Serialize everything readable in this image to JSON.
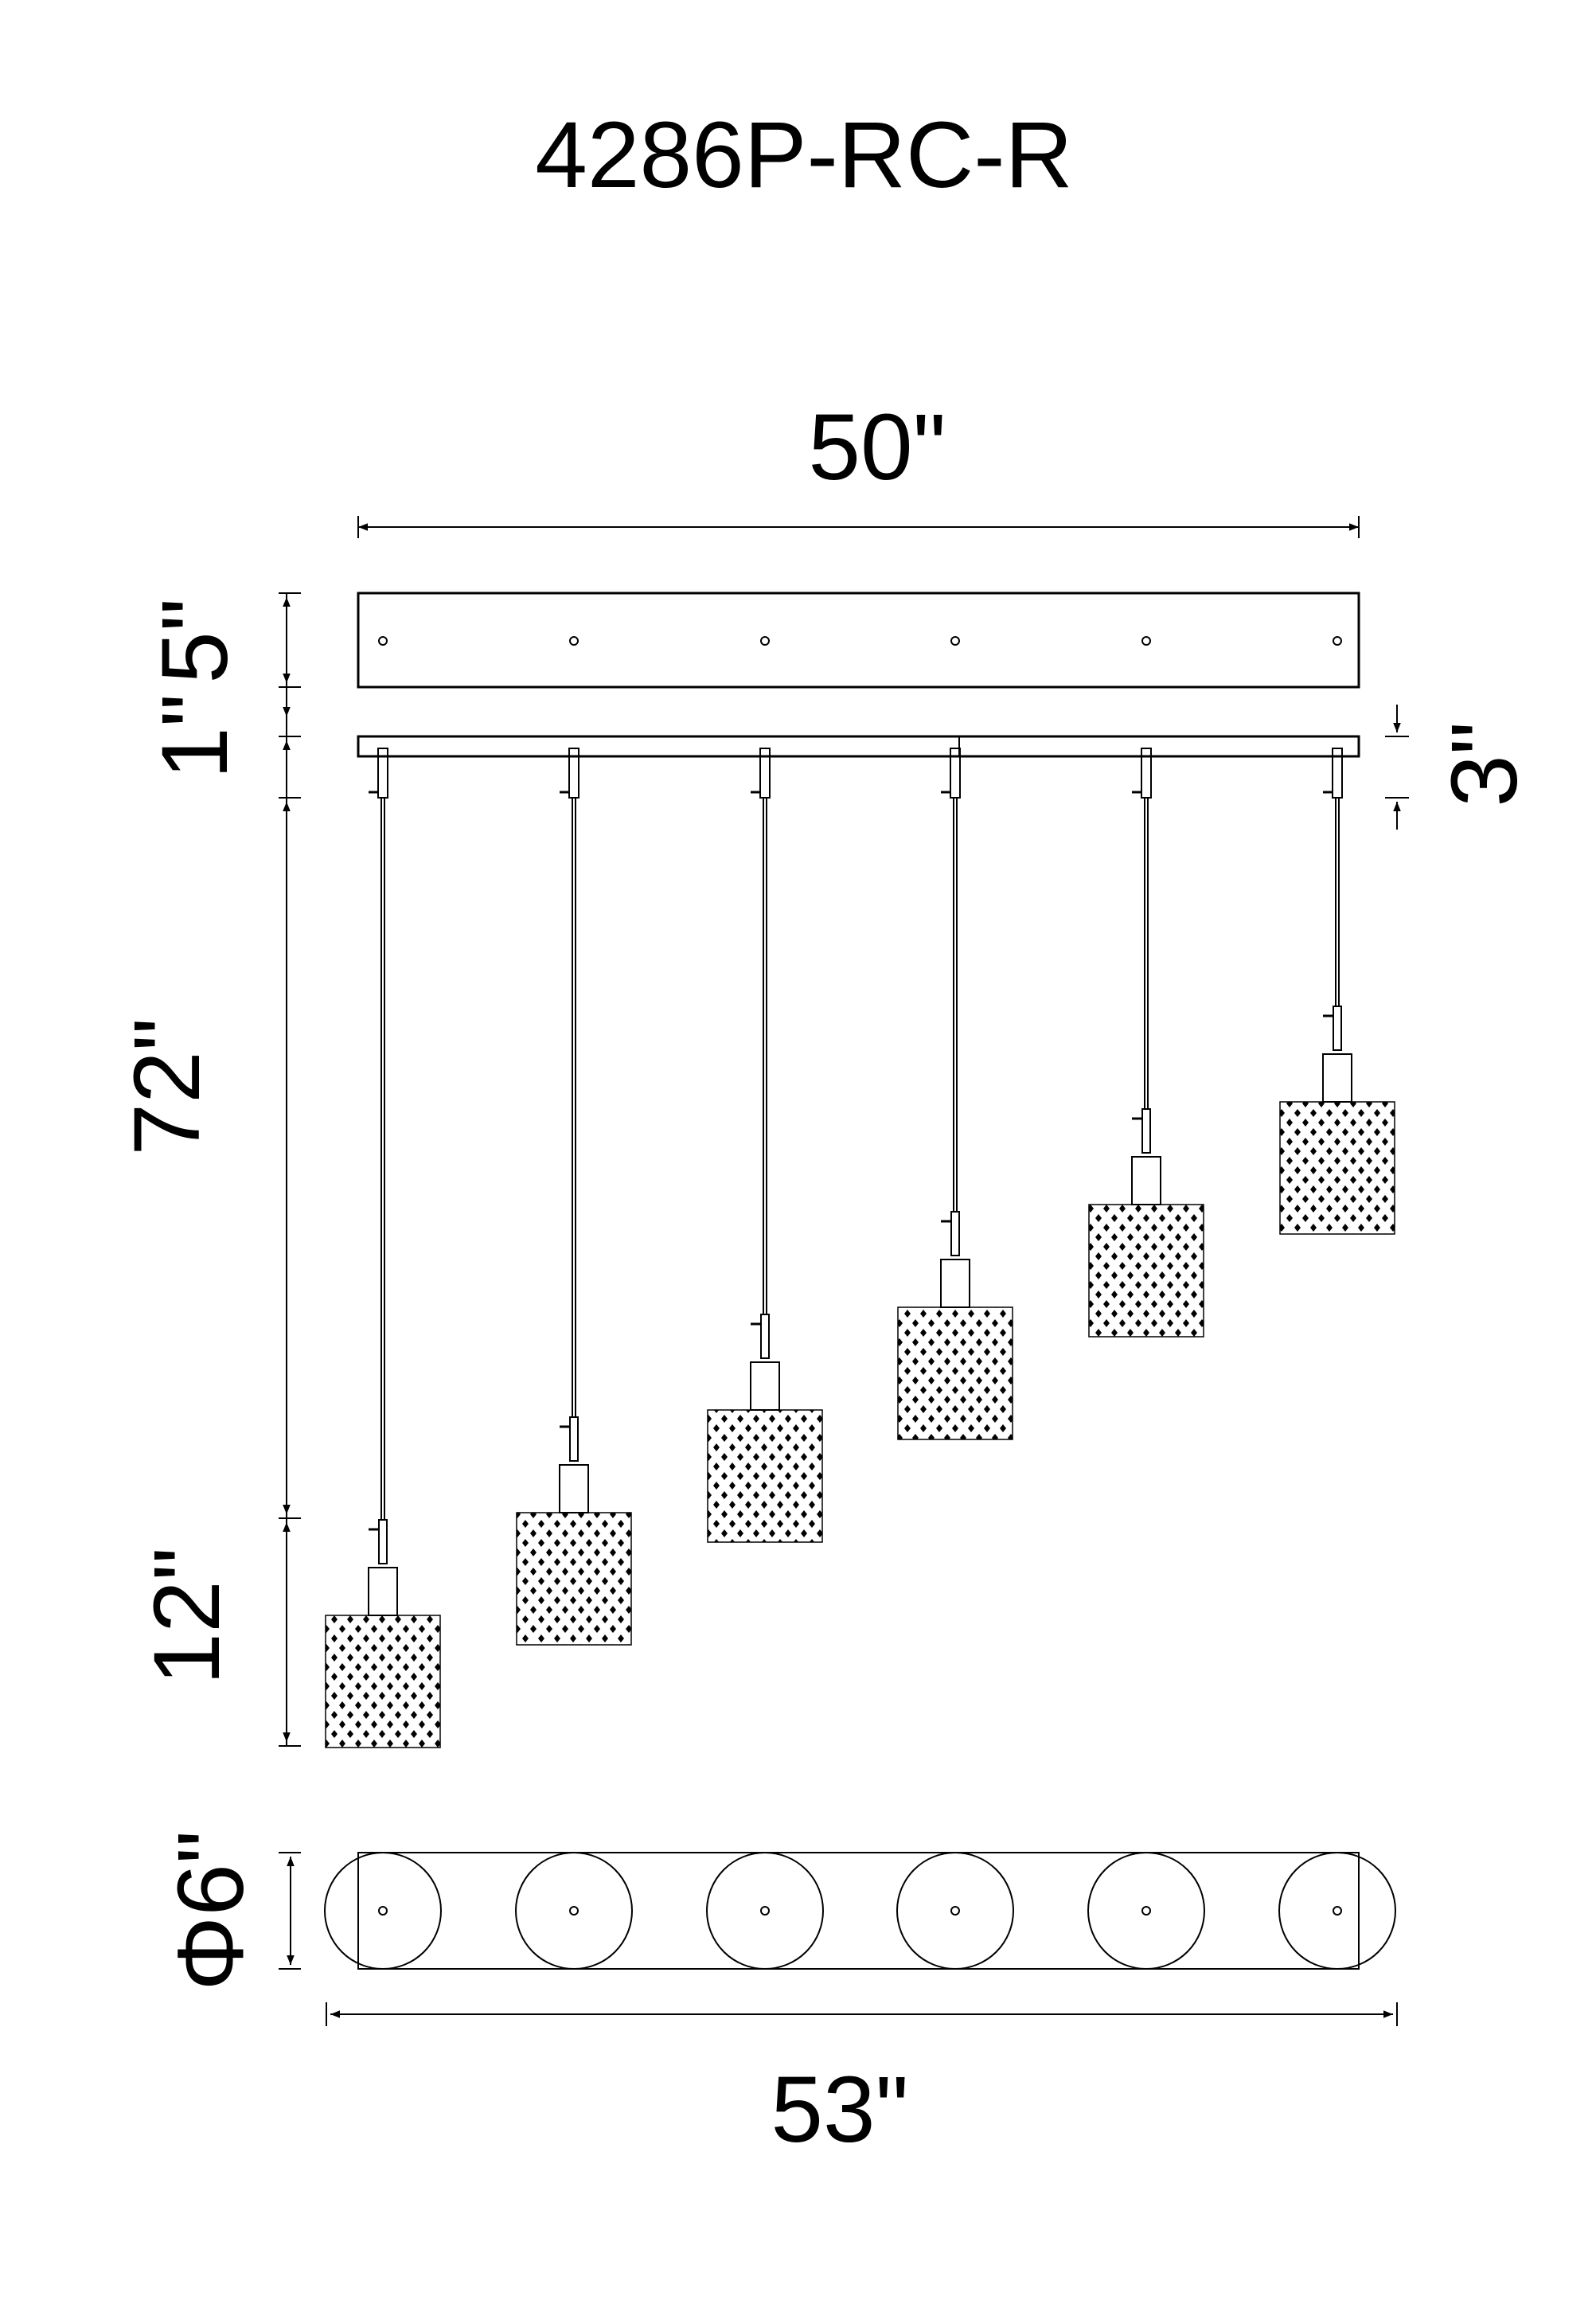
{
  "title": "4286P-RC-R",
  "dimensions": {
    "top_width": "50\"",
    "canopy_height": "5\"",
    "gap": "1\"",
    "rail_height": "3\"",
    "drop_length": "72\"",
    "shade_height": "12\"",
    "shade_diameter": "Φ6\"",
    "bottom_width": "53\""
  },
  "pendant_count": 6,
  "colors": {
    "line": "#000000",
    "background": "#ffffff"
  }
}
